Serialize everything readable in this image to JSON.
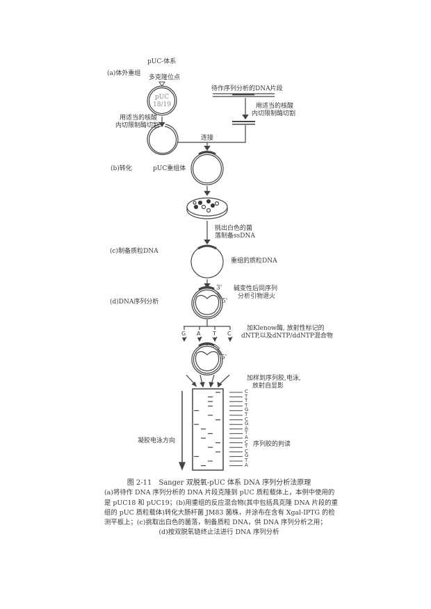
{
  "diagram": {
    "system_title": "pUC-体系",
    "steps": {
      "a": "(a)体外重组",
      "b": "(b)转化",
      "c": "(c)制备质粒DNA",
      "d": "(d)DNA序列分析"
    },
    "mcs_label": "多克隆位点",
    "plasmid_name": "pUC",
    "plasmid_number": "18/19",
    "digest_left": [
      "用适当的核酸",
      "内切限制酶切割"
    ],
    "target_fragment": "待作序列分析的DNA片段",
    "digest_right": [
      "用适当的核酸",
      "内切限制酶切割"
    ],
    "ligation": "连接",
    "recombinant": "pUC重组体",
    "pick_colonies": [
      "挑出白色的菌",
      "落制备ssDNA"
    ],
    "recombinant_plasmid": "重组的质粒DNA",
    "anneal": [
      "碱变性后同序列",
      "分析引物退火"
    ],
    "end_3": "3'",
    "end_5": "5'",
    "klenow": [
      "加Klenow酶, 放射性标记的",
      "dNTP,以及dNTP/ddNTP混合物"
    ],
    "lanes": [
      "G",
      "A",
      "T",
      "C"
    ],
    "load_gel": [
      "加样到序列胶,电泳,",
      "放射自显影"
    ],
    "electrophoresis_direction": "凝胶电泳方向",
    "gel_reading": "序列胶的判读",
    "sequence": [
      "C",
      "T",
      "T",
      "T",
      "G",
      "T",
      "C",
      "G",
      "A",
      "T",
      "A",
      "C",
      "T",
      "C",
      "G",
      "T",
      "A"
    ]
  },
  "caption": {
    "title": "图 2-11　Sanger 双脱氧-pUC 体系 DNA 序列分析法原理",
    "lines": [
      "(a)将待作 DNA 序列分析的 DNA 片段克隆到 pUC 质粒载体上，本例中使用的",
      "是 pUC18 和 pUC19；(b)用重组的反应混合物(其中包括具克隆 DNA 片段的重",
      "组的 pUC 质粒载体)转化大肠杆菌 JM83 菌株，并涂布在含有 Xgal-IPTG 的检",
      "测平板上；(c)挑取出白色的菌落，制备质粒 DNA，供 DNA 序列分析之用；",
      "(d)按双脱氧链终止法进行 DNA 序列分析"
    ]
  }
}
